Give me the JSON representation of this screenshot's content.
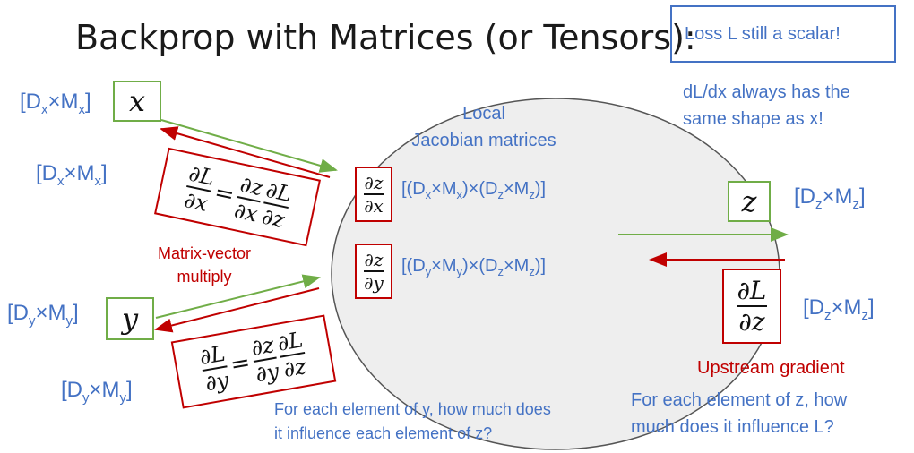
{
  "title": "Backprop with Matrices (or Tensors):",
  "loss_box": "Loss L still a scalar!",
  "shape_note": [
    "dL/dx always has the",
    "same shape as x!"
  ],
  "circle": {
    "line1": "Local",
    "line2": "Jacobian matrices"
  },
  "vars": {
    "x": "x",
    "y": "y",
    "z": "z"
  },
  "dims": {
    "x_in": {
      "D": "D",
      "sD": "x",
      "M": "M",
      "sM": "x"
    },
    "y_in": {
      "D": "D",
      "sD": "y",
      "M": "M",
      "sM": "y"
    },
    "z_out": {
      "D": "D",
      "sD": "z",
      "M": "M",
      "sM": "z"
    }
  },
  "jacobian_x": {
    "num": "∂z",
    "den": "∂x",
    "dims": "[(Dx×Mx)×(Dz×Mz)]"
  },
  "jacobian_y": {
    "num": "∂z",
    "den": "∂y",
    "dims": "[(Dy×My)×(Dz×Mz)]"
  },
  "grad_x": {
    "lhs_num": "∂L",
    "lhs_den": "∂x",
    "eq": "=",
    "r1_num": "∂z",
    "r1_den": "∂x",
    "r2_num": "∂L",
    "r2_den": "∂z"
  },
  "grad_y": {
    "lhs_num": "∂L",
    "lhs_den": "∂y",
    "eq": "=",
    "r1_num": "∂z",
    "r1_den": "∂y",
    "r2_num": "∂L",
    "r2_den": "∂z"
  },
  "upstream": {
    "num": "∂L",
    "den": "∂z",
    "label": "Upstream gradient"
  },
  "matvec_label": [
    "Matrix-vector",
    "multiply"
  ],
  "question_y": [
    "For each element of y, how much does",
    "it influence each element of z?"
  ],
  "question_z": [
    "For each element of z, how",
    "much does it influence L?"
  ],
  "colors": {
    "blue": "#4472c4",
    "red": "#c00000",
    "green": "#70ad47",
    "circle_fill": "#eeeeee"
  }
}
